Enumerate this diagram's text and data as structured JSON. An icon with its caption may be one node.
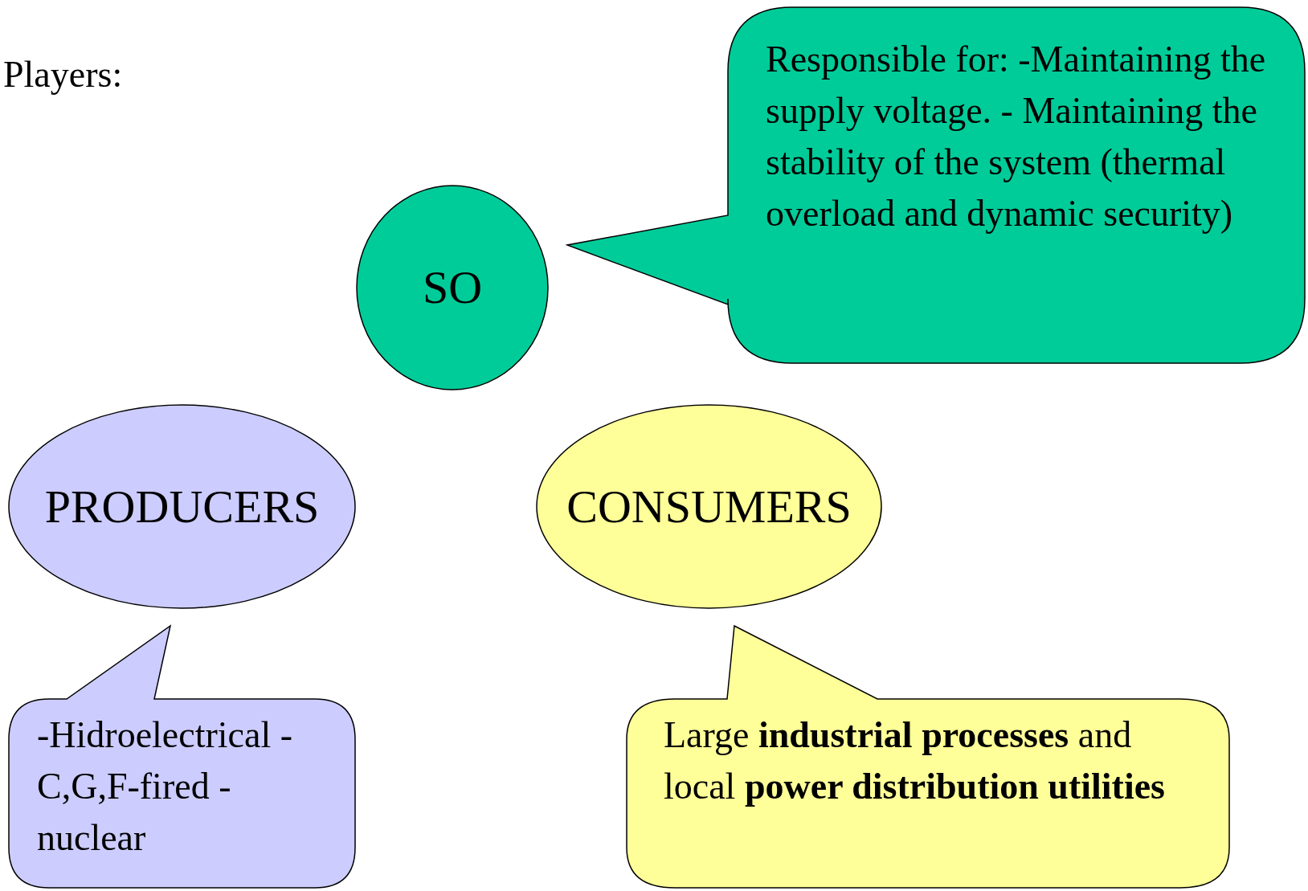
{
  "diagram": {
    "title": "Players:",
    "nodes": [
      {
        "text": [
          "SO"
        ]
      },
      {
        "text": [
          "Responsible for: -Maintaining the supply voltage. - Maintaining the stability of the system (thermal overload and dynamic security)"
        ]
      },
      {
        "text": [
          "PRODUCERS"
        ]
      },
      {
        "text": [
          "CONSUMERS"
        ]
      },
      {
        "text": [
          "-Hidroelectrical - C,G,F-fired - nuclear"
        ]
      },
      {
        "text": [
          "Large **industrial processes** and local **power distribution utilities**"
        ]
      }
    ]
  }
}
